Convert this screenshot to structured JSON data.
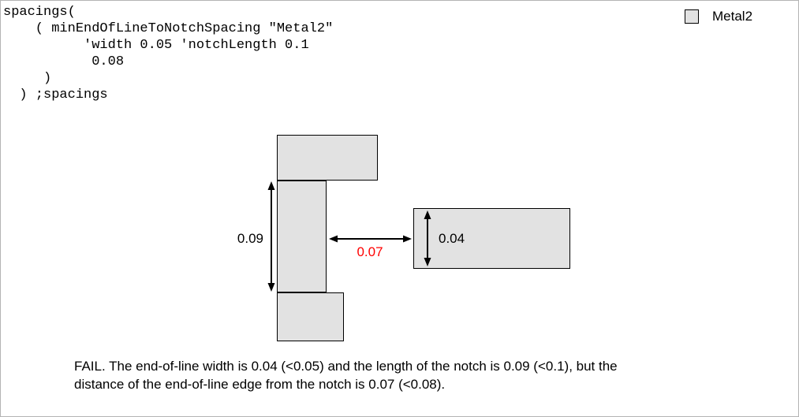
{
  "code": {
    "lines": [
      "spacings(",
      "    ( minEndOfLineToNotchSpacing \"Metal2\"",
      "          'width 0.05 'notchLength 0.1",
      "           0.08",
      "     )",
      "  ) ;spacings"
    ]
  },
  "legend": {
    "label": "Metal2",
    "swatch_color": "#e2e2e2"
  },
  "diagram": {
    "labels": {
      "notch_length": "0.09",
      "spacing": "0.07",
      "eol_width": "0.04"
    },
    "colors": {
      "metal_fill": "#e2e2e2",
      "metal_border": "#000000",
      "spacing_label_color": "#ff0000",
      "arrow_color": "#000000"
    }
  },
  "caption": {
    "line1": "FAIL. The end-of-line width is 0.04 (<0.05) and the length of the notch is 0.09 (<0.1), but the",
    "line2": "distance of the end-of-line edge from the notch is 0.07 (<0.08)."
  }
}
